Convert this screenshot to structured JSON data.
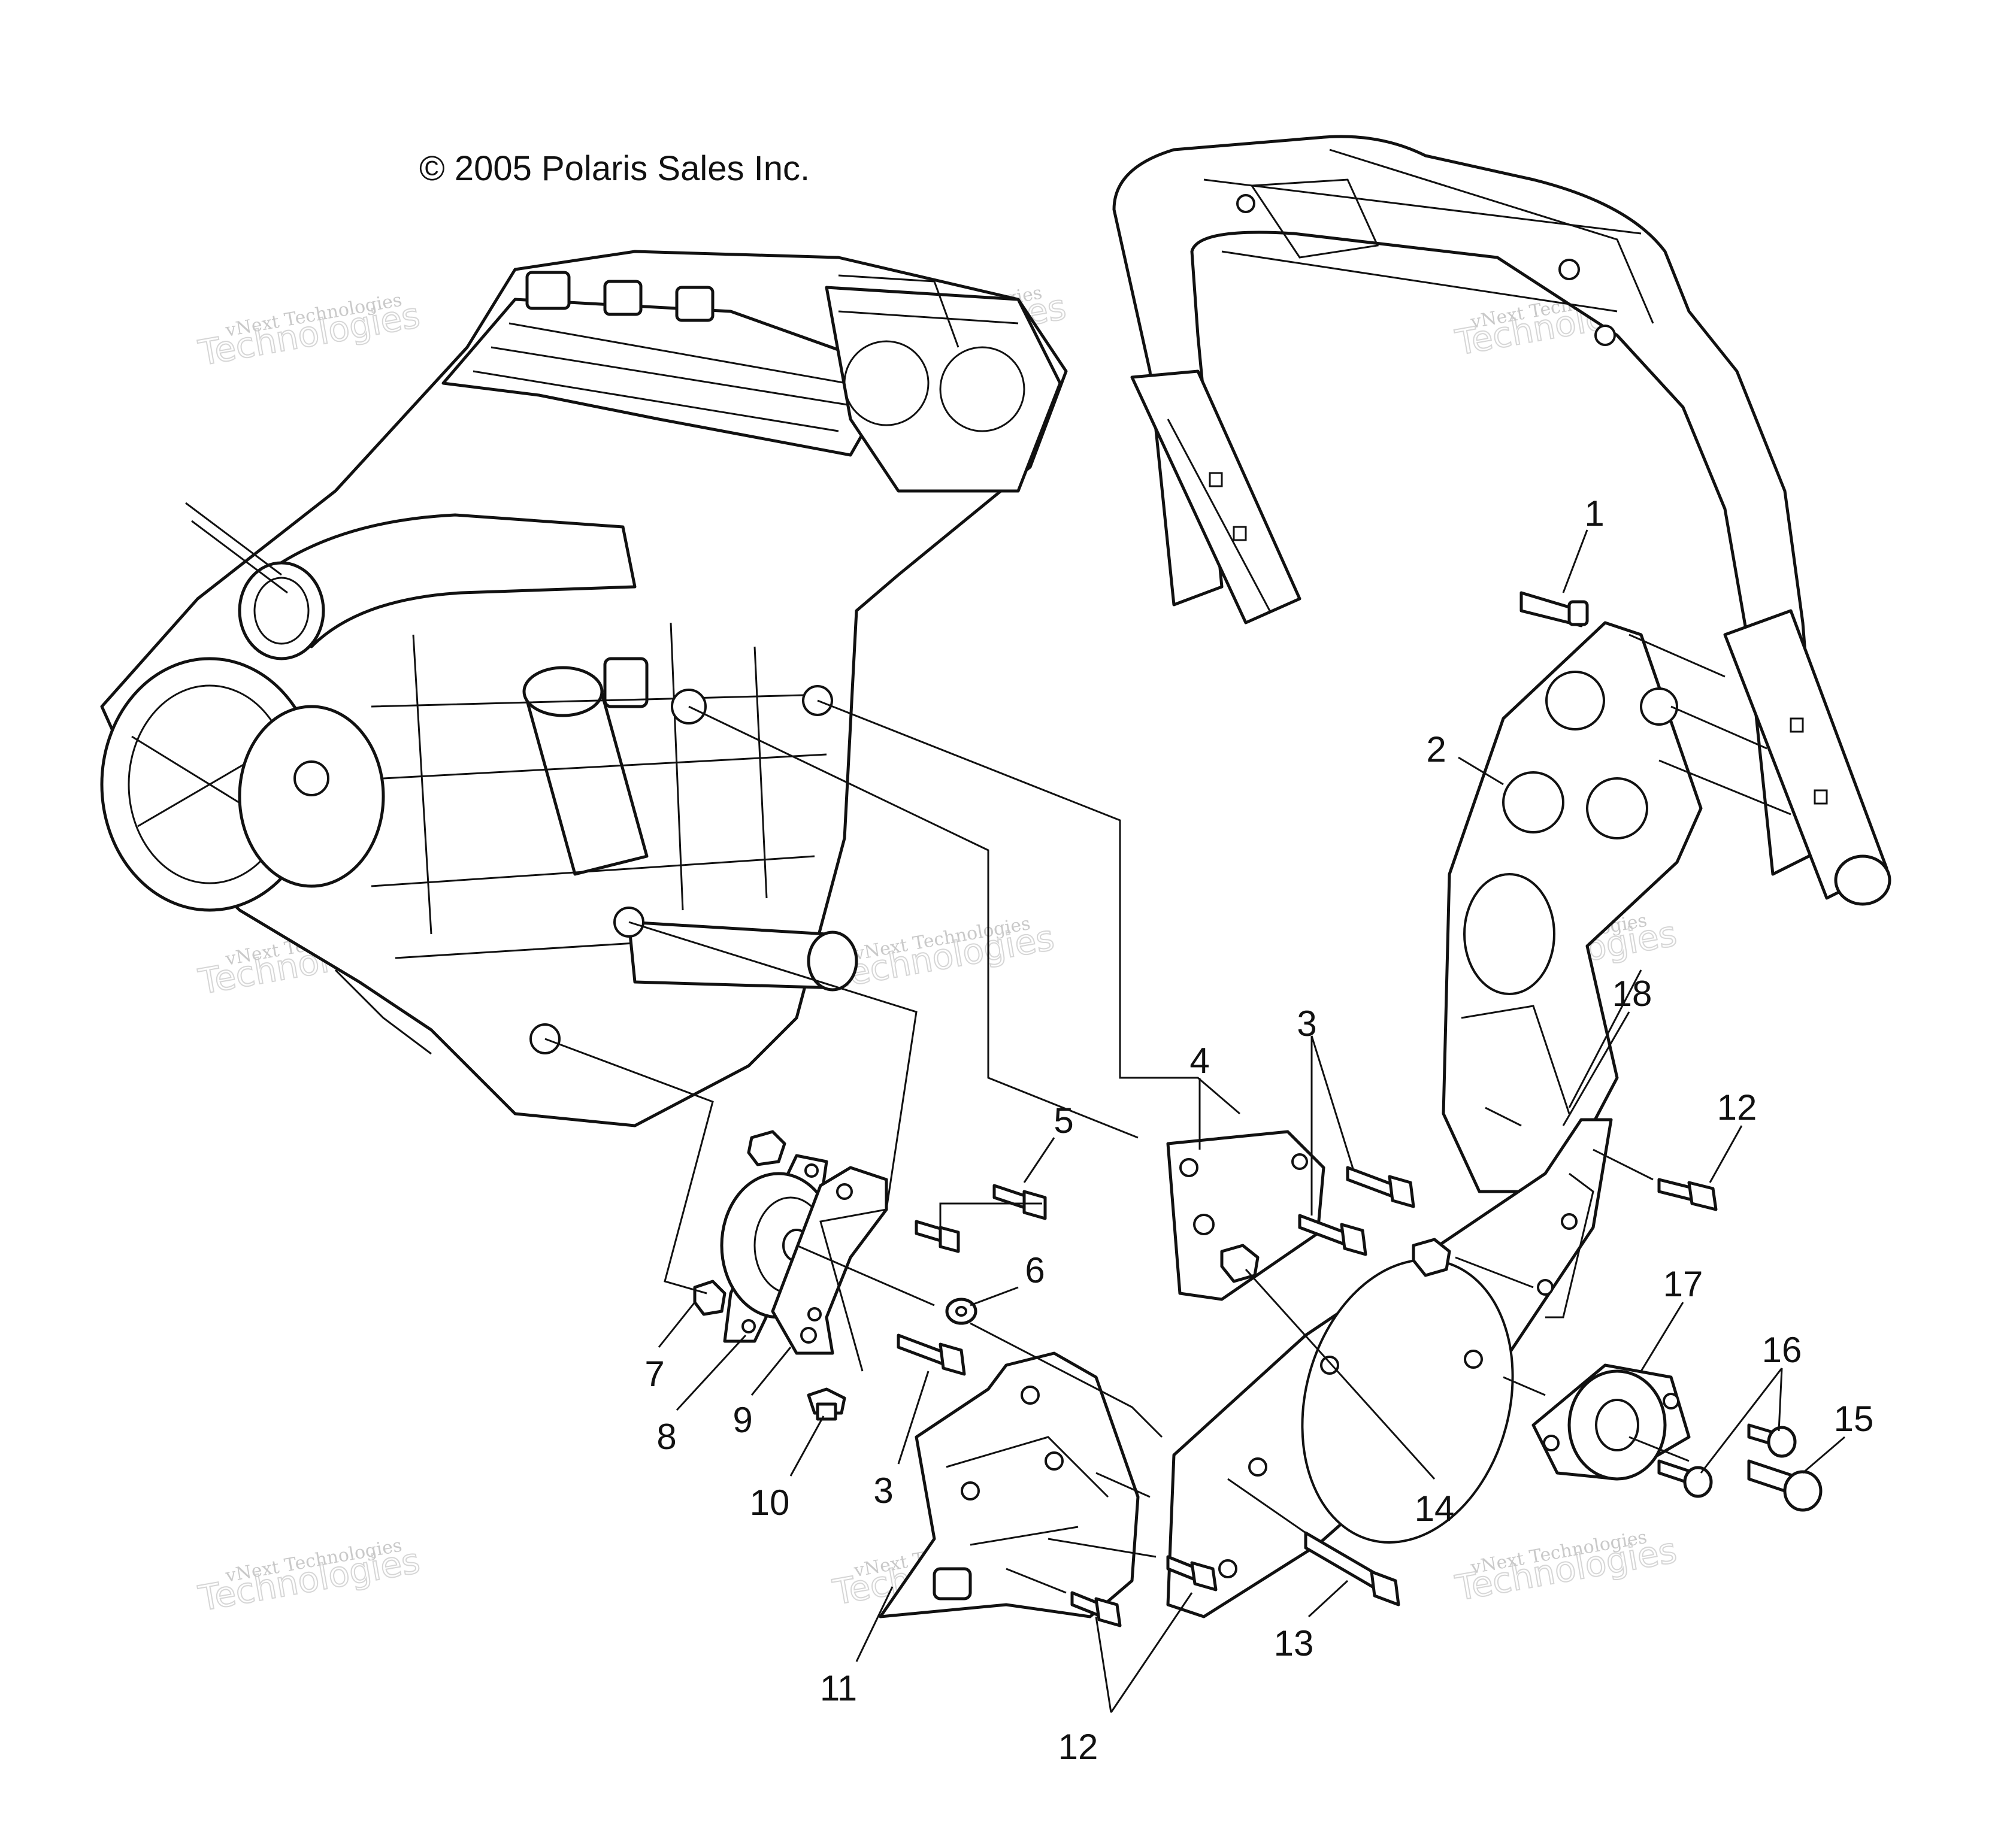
{
  "copyright": "© 2005 Polaris Sales Inc.",
  "watermark": {
    "line1": "vNext Technologies",
    "line2": "vNext",
    "line3": "Technologies"
  },
  "callouts": {
    "c1": "1",
    "c2": "2",
    "c3a": "3",
    "c3b": "3",
    "c4": "4",
    "c5": "5",
    "c6": "6",
    "c7": "7",
    "c8": "8",
    "c9": "9",
    "c10": "10",
    "c11": "11",
    "c12a": "12",
    "c12b": "12",
    "c13": "13",
    "c14": "14",
    "c15": "15",
    "c16": "16",
    "c17": "17",
    "c18": "18"
  }
}
